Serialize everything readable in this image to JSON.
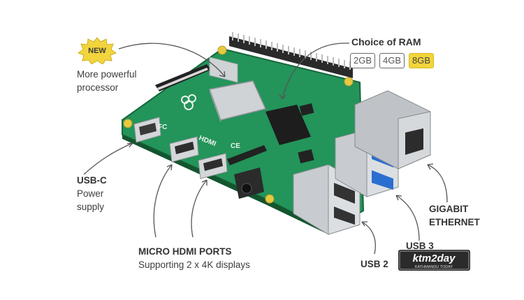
{
  "badge": {
    "text": "NEW",
    "color": "#f2d53c"
  },
  "labels": {
    "processor_line1": "More powerful",
    "processor_line2": "processor",
    "usbc_title": "USB-C",
    "usbc_line2": "Power",
    "usbc_line3": "supply",
    "hdmi_title": "MICRO HDMI PORTS",
    "hdmi_sub": "Supporting 2 x 4K displays",
    "usb2": "USB 2",
    "usb3": "USB 3",
    "ethernet_line1": "GIGABIT",
    "ethernet_line2": "ETHERNET"
  },
  "ram": {
    "title": "Choice of RAM",
    "options": [
      "2GB",
      "4GB",
      "8GB"
    ],
    "selected": "8GB"
  },
  "logo": {
    "main": "ktm2day",
    "sub": "KATHMANDU TODAY"
  },
  "board": {
    "silkscreen_hdmi": "HDMI",
    "silkscreen_ce": "CE",
    "silkscreen_fc": "FC"
  },
  "colors": {
    "pcb": "#23945a",
    "pcb_dark": "#1b7446",
    "accent": "#f2d53c",
    "usb3_blue": "#2a6fd0"
  }
}
